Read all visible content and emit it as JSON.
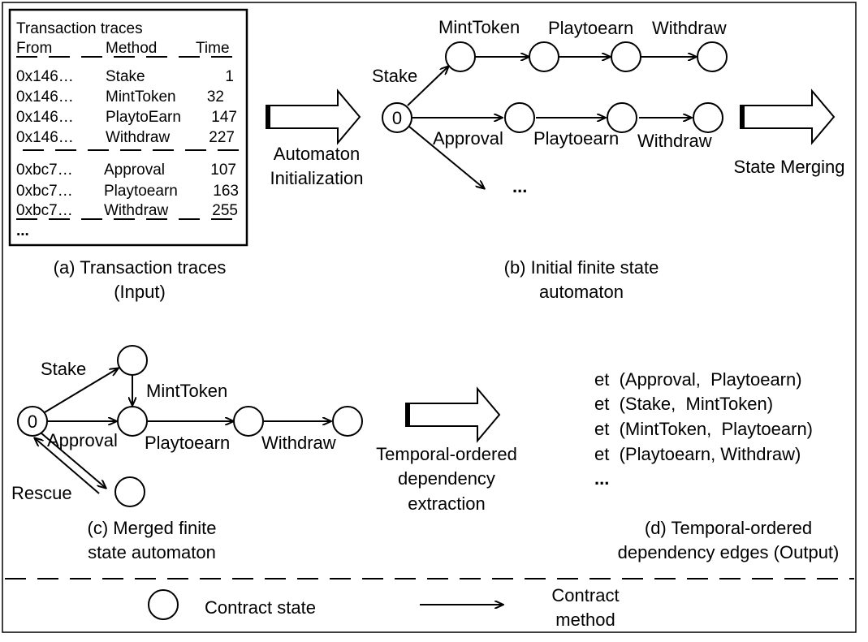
{
  "panel_a": {
    "box_title": "Transaction traces",
    "headers": [
      "From",
      "Method",
      "Time"
    ],
    "group1": [
      {
        "from": "0x146…",
        "method": "Stake",
        "time": "1"
      },
      {
        "from": "0x146…",
        "method": "MintToken",
        "time": "32"
      },
      {
        "from": "0x146…",
        "method": "PlaytoEarn",
        "time": "147"
      },
      {
        "from": "0x146…",
        "method": "Withdraw",
        "time": "227"
      }
    ],
    "group2": [
      {
        "from": "0xbc7…",
        "method": "Approval",
        "time": "107"
      },
      {
        "from": "0xbc7…",
        "method": "Playtoearn",
        "time": "163"
      },
      {
        "from": "0xbc7…",
        "method": "Withdraw",
        "time": "255"
      }
    ],
    "more": "...",
    "caption_line1": "(a) Transaction traces",
    "caption_line2": "(Input)"
  },
  "arrow1": {
    "line1": "Automaton",
    "line2": "Initialization"
  },
  "panel_b": {
    "start_state": "0",
    "labels": {
      "stake": "Stake",
      "minttoken": "MintToken",
      "playtoearn_top": "Playtoearn",
      "withdraw_top": "Withdraw",
      "approval": "Approval",
      "playtoearn_bottom": "Playtoearn",
      "withdraw_bottom": "Withdraw",
      "more": "..."
    },
    "caption_line1": "(b) Initial finite state",
    "caption_line2": "automaton"
  },
  "arrow2": {
    "label": "State Merging"
  },
  "panel_c": {
    "start_state": "0",
    "labels": {
      "stake": "Stake",
      "minttoken": "MintToken",
      "approval": "Approval",
      "playtoearn": "Playtoearn",
      "withdraw": "Withdraw",
      "rescue": "Rescue"
    },
    "caption_line1": "(c) Merged finite",
    "caption_line2": "state automaton"
  },
  "arrow3": {
    "line1": "Temporal-ordered",
    "line2": "dependency",
    "line3": "extraction"
  },
  "panel_d": {
    "edges": [
      "et  (Approval,  Playtoearn)",
      "et  (Stake,  MintToken)",
      "et  (MintToken,  Playtoearn)",
      "et  (Playtoearn, Withdraw)"
    ],
    "more": "...",
    "caption_line1": "(d) Temporal-ordered",
    "caption_line2": "dependency edges (Output)"
  },
  "legend": {
    "state_label": "Contract state",
    "method_line1": "Contract",
    "method_line2": "method"
  }
}
